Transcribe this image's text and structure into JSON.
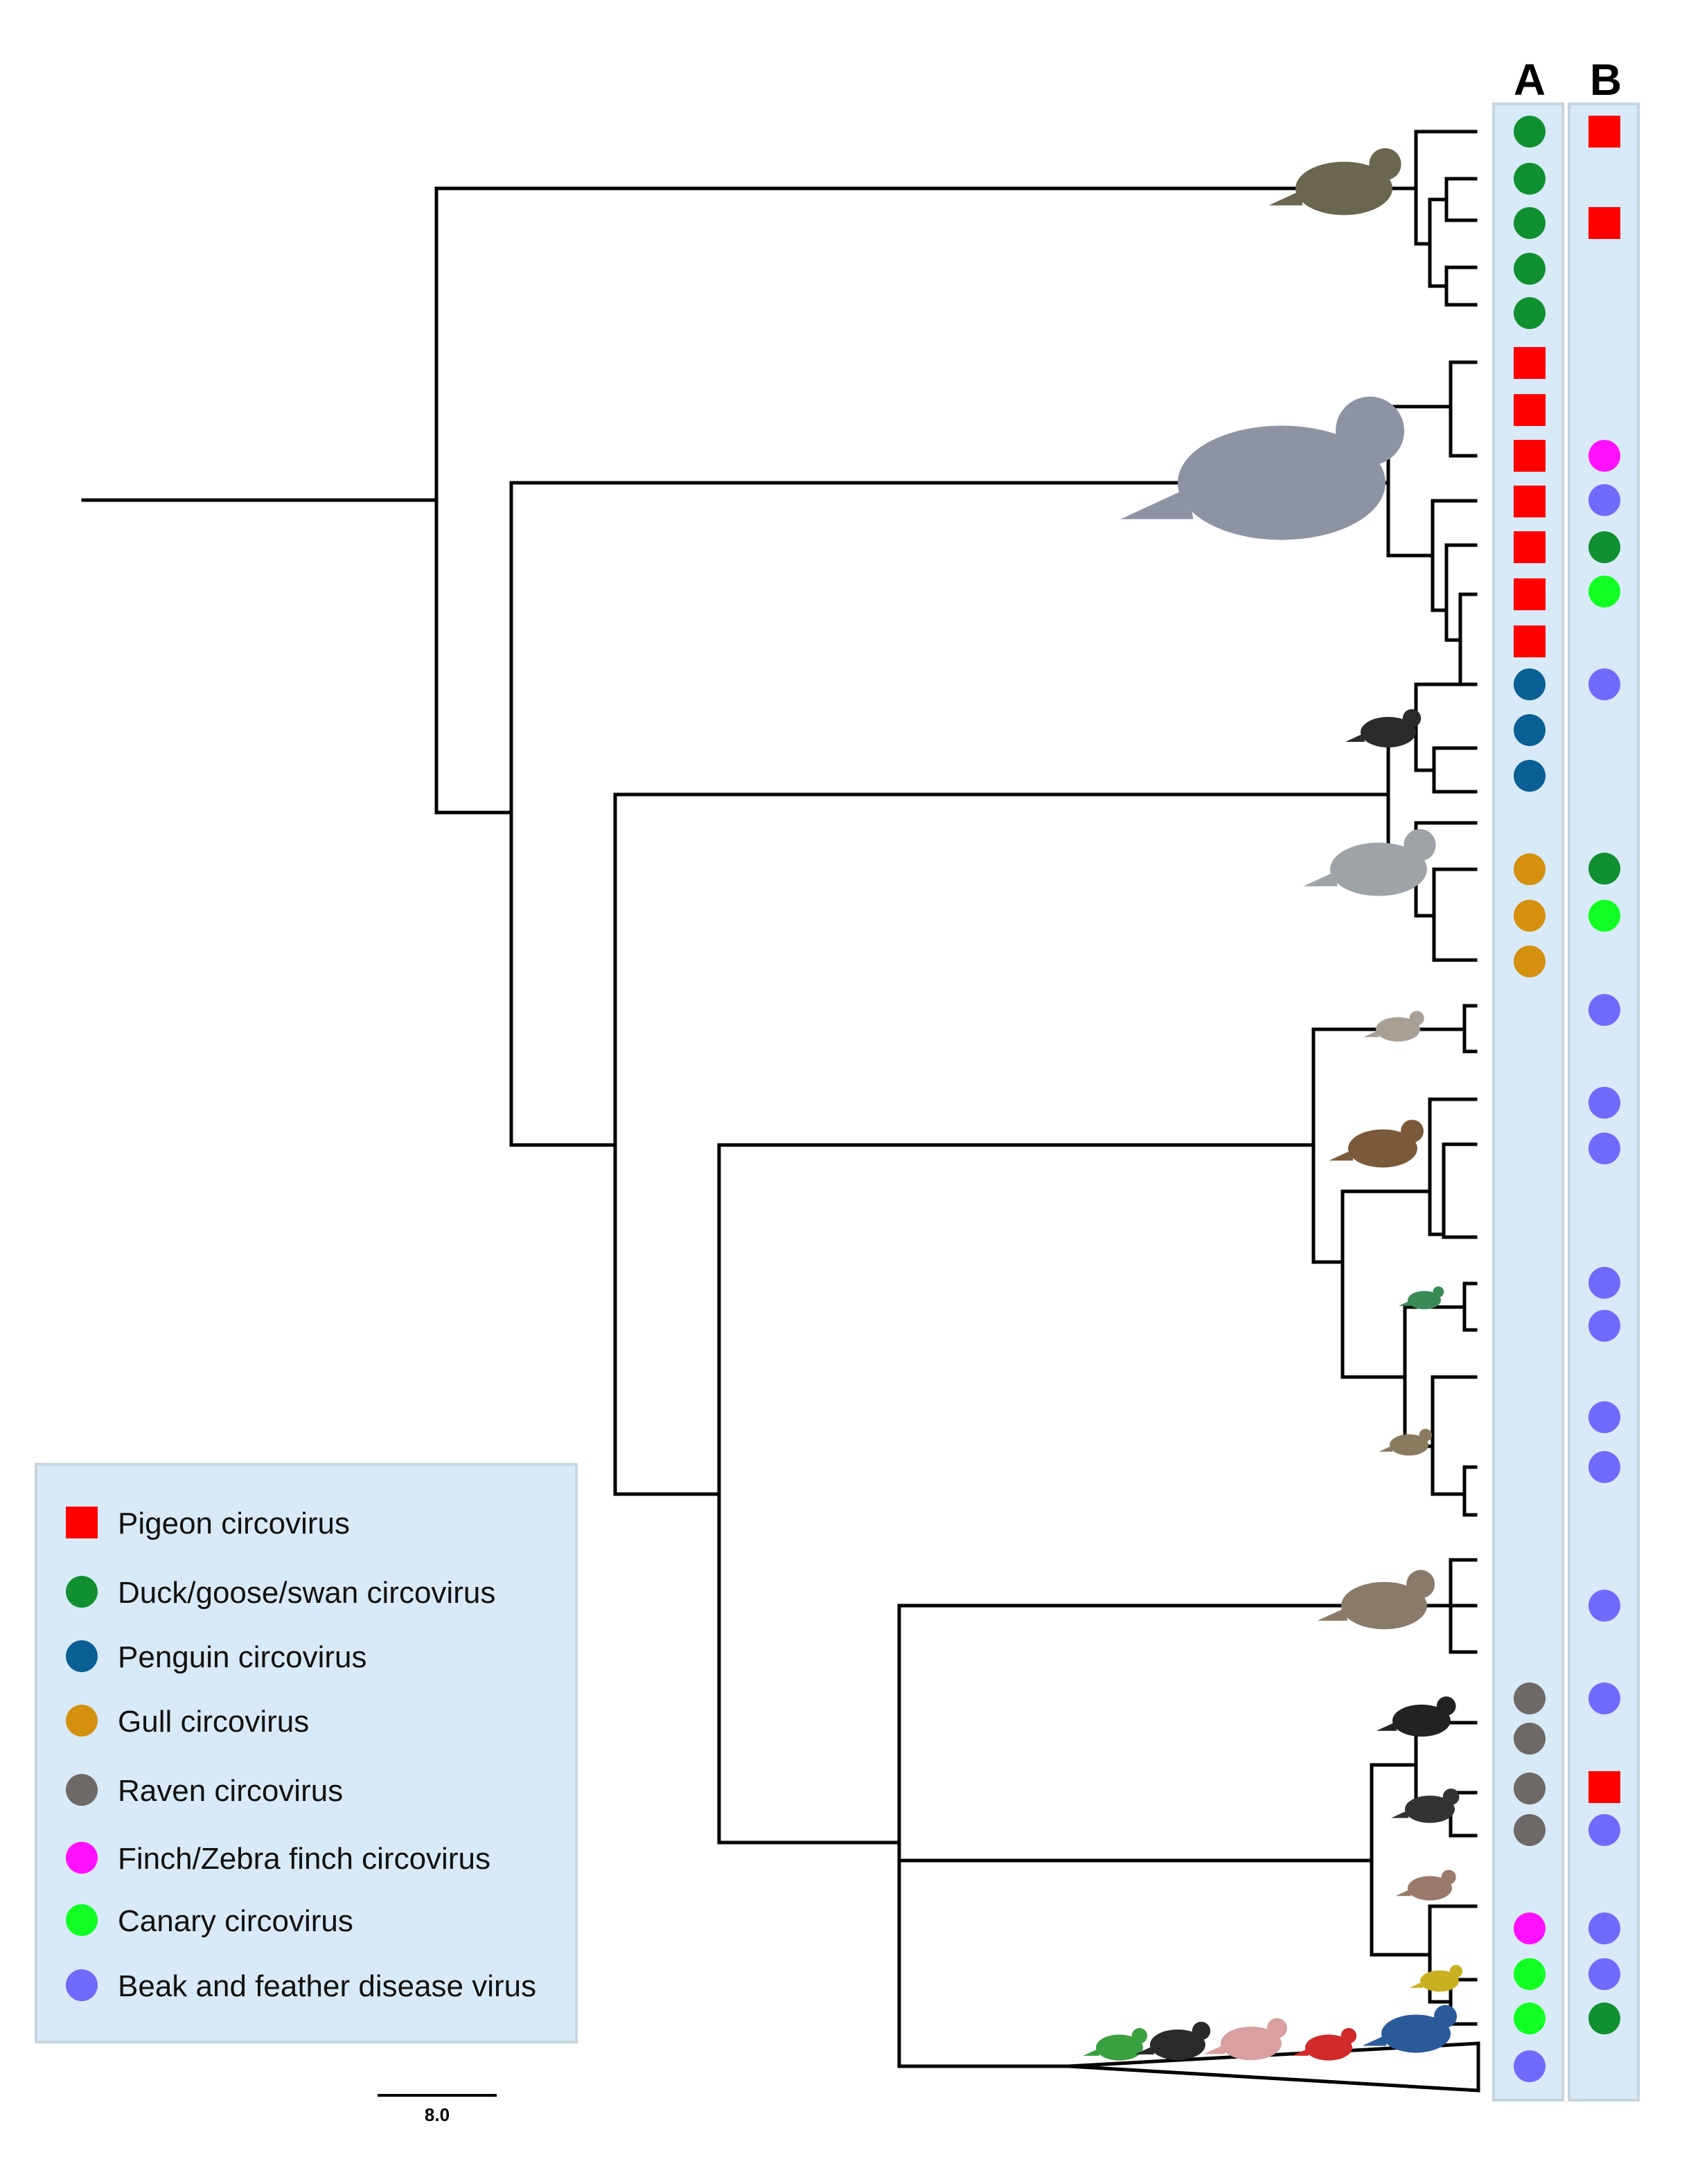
{
  "columns": {
    "a_label": "A",
    "b_label": "B"
  },
  "scale_bar": {
    "label": "8.0"
  },
  "legend": {
    "items": [
      {
        "key": "pigeon",
        "label": "Pigeon circovirus",
        "shape": "square",
        "color": "#ff0000"
      },
      {
        "key": "duck",
        "label": "Duck/goose/swan circovirus",
        "shape": "circle",
        "color": "#109030"
      },
      {
        "key": "penguin",
        "label": "Penguin circovirus",
        "shape": "circle",
        "color": "#0a5f94"
      },
      {
        "key": "gull",
        "label": "Gull circovirus",
        "shape": "circle",
        "color": "#d4900e"
      },
      {
        "key": "raven",
        "label": "Raven circovirus",
        "shape": "circle",
        "color": "#6e6866"
      },
      {
        "key": "finch",
        "label": "Finch/Zebra finch circovirus",
        "shape": "circle",
        "color": "#ff10ff"
      },
      {
        "key": "canary",
        "label": "Canary circovirus",
        "shape": "circle",
        "color": "#11ff22"
      },
      {
        "key": "bfdv",
        "label": "Beak and feather disease virus",
        "shape": "circle",
        "color": "#6f6bfa"
      }
    ]
  },
  "column_a": [
    "duck",
    "duck",
    "duck",
    "duck",
    "duck",
    "pigeon",
    "pigeon",
    "pigeon",
    "pigeon",
    "pigeon",
    "pigeon",
    "pigeon",
    "penguin",
    "penguin",
    "penguin",
    "gull",
    "gull",
    "gull",
    "raven",
    "raven",
    "raven",
    "raven",
    "finch",
    "canary",
    "canary",
    "bfdv"
  ],
  "column_b": [
    "pigeon",
    "pigeon",
    "finch",
    "bfdv",
    "duck",
    "canary",
    "bfdv",
    "duck",
    "canary",
    "bfdv",
    "bfdv",
    "bfdv",
    "bfdv",
    "bfdv",
    "bfdv",
    "bfdv",
    "bfdv",
    "bfdv",
    "pigeon",
    "bfdv",
    "bfdv",
    "bfdv",
    "duck"
  ],
  "bird_icons": [
    "mallard-duck",
    "rock-pigeon",
    "king-penguin",
    "herring-gull",
    "owl",
    "hawk",
    "bee-eater",
    "small-owl",
    "falcon",
    "magpie",
    "magpie-lark",
    "zebra-finch",
    "canary",
    "budgerigar",
    "black-cockatoo",
    "galah",
    "rosella",
    "lorikeet"
  ]
}
